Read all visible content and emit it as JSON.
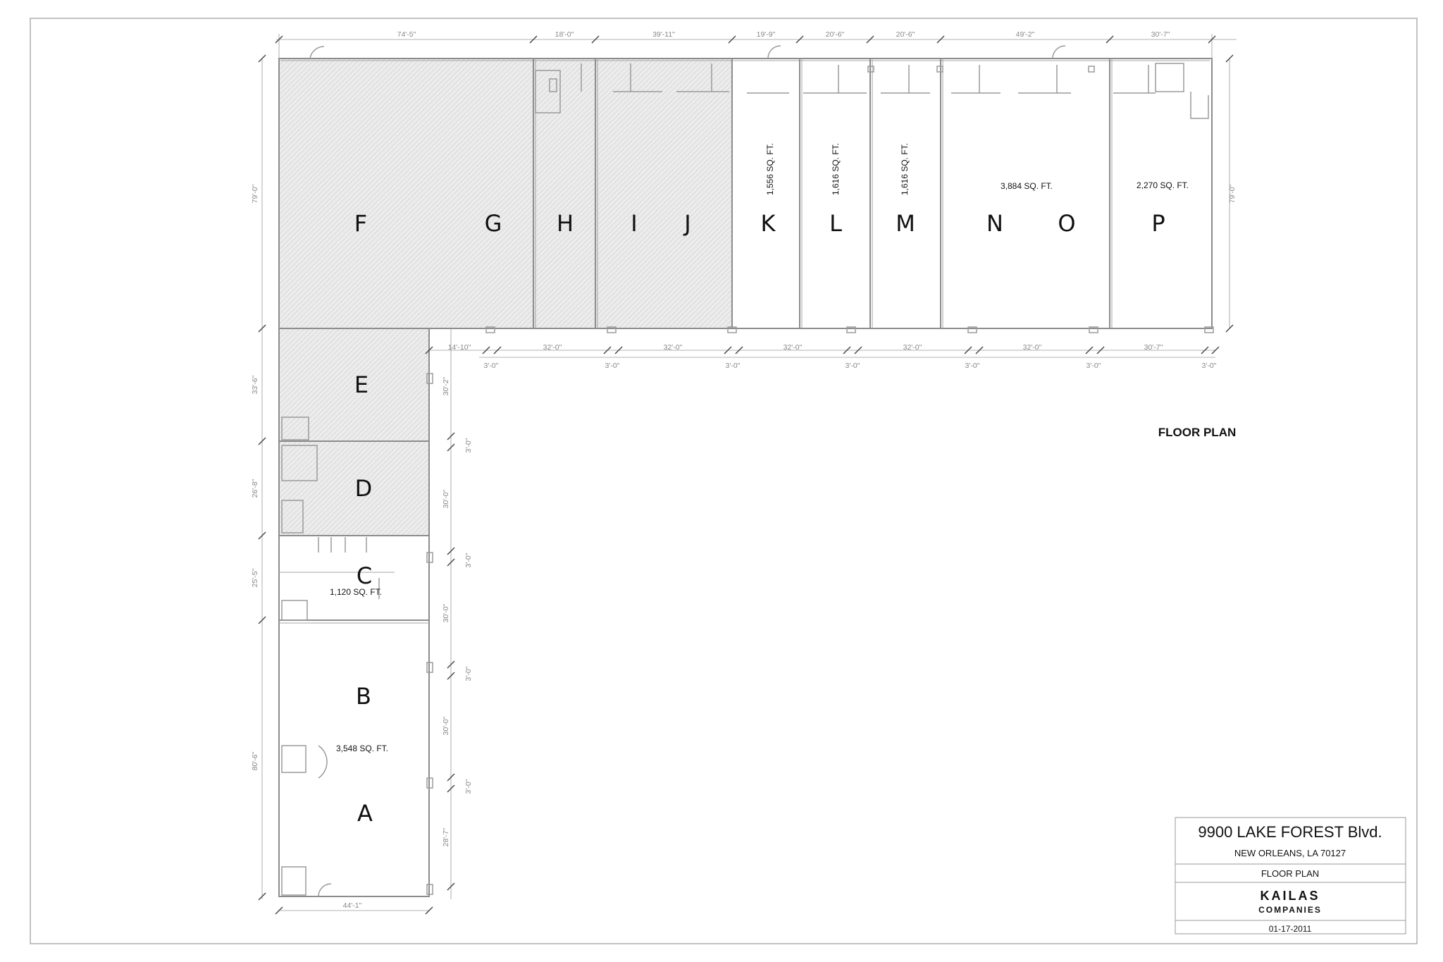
{
  "plan_label": "FLOOR PLAN",
  "units": [
    {
      "letter": "A"
    },
    {
      "letter": "B"
    },
    {
      "letter": "C"
    },
    {
      "letter": "D"
    },
    {
      "letter": "E"
    },
    {
      "letter": "F"
    },
    {
      "letter": "G"
    },
    {
      "letter": "H"
    },
    {
      "letter": "I"
    },
    {
      "letter": "J"
    },
    {
      "letter": "K"
    },
    {
      "letter": "L"
    },
    {
      "letter": "M"
    },
    {
      "letter": "N"
    },
    {
      "letter": "O"
    },
    {
      "letter": "P"
    }
  ],
  "areas": {
    "K": "1,556 SQ. FT.",
    "L": "1,616 SQ. FT.",
    "M": "1,616 SQ. FT.",
    "NO": "3,884 SQ. FT.",
    "P": "2,270 SQ. FT.",
    "C": "1,120 SQ. FT.",
    "AB": "3,548 SQ. FT."
  },
  "dims_top": [
    "74'-5\"",
    "18'-0\"",
    "39'-11\"",
    "19'-9\"",
    "20'-6\"",
    "20'-6\"",
    "49'-2\"",
    "30'-7\""
  ],
  "dims_bottom_row1": [
    "14'-10\"",
    "32'-0\"",
    "32'-0\"",
    "32'-0\"",
    "32'-0\"",
    "32'-0\"",
    "30'-7\""
  ],
  "dims_bottom_row2": [
    "3'-0\"",
    "3'-0\"",
    "3'-0\"",
    "3'-0\"",
    "3'-0\"",
    "3'-0\"",
    "3'-0\""
  ],
  "dims_right": "79'-0\"",
  "dims_left_top": "79'-0\"",
  "dims_left_wing": [
    "33'-6\"",
    "26'-8\"",
    "25'-5\"",
    "80'-6\""
  ],
  "dims_inner_wing": [
    "30'-2\"",
    "3'-0\"",
    "30'-0\"",
    "3'-0\"",
    "30'-0\"",
    "3'-0\"",
    "30'-0\"",
    "3'-0\"",
    "28'-7\""
  ],
  "dim_bottom_wing": "44'-1\"",
  "title_block": {
    "address": "9900 LAKE FOREST Blvd.",
    "city": "NEW ORLEANS, LA 70127",
    "sheet": "FLOOR PLAN",
    "company_line1": "KAILAS",
    "company_line2": "COMPANIES",
    "date": "01-17-2011"
  },
  "colors": {
    "hatch": "#e6e6e6",
    "wall": "#8c8c8c",
    "text": "#111111"
  }
}
